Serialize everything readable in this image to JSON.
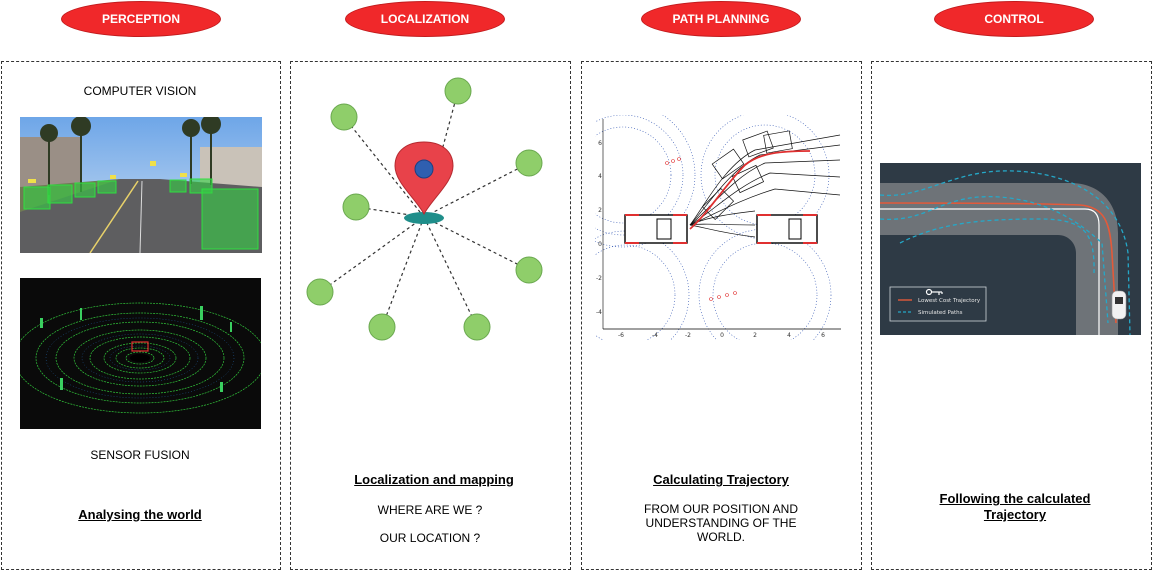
{
  "stages": {
    "perception": "PERCEPTION",
    "localization": "LOCALIZATION",
    "path_planning": "PATH PLANNING",
    "control": "CONTROL"
  },
  "perception": {
    "caption_top": "COMPUTER VISION",
    "caption_bottom": "SENSOR FUSION",
    "heading": "Analysing the world"
  },
  "localization": {
    "heading": "Localization and  mapping",
    "line1": "WHERE ARE WE ?",
    "line2": "OUR LOCATION ?"
  },
  "path_planning": {
    "heading": "Calculating Trajectory",
    "desc": "FROM OUR POSITION AND UNDERSTANDING OF THE WORLD.",
    "axis_x": [
      "-6",
      "-4",
      "-2",
      "0",
      "2",
      "4",
      "6"
    ],
    "axis_y": [
      "6",
      "4",
      "2",
      "0",
      "-2",
      "-4"
    ]
  },
  "control": {
    "heading": "Following the calculated Trajectory",
    "legend_title": "",
    "legend": [
      "Lowest Cost Trajectory",
      "Simulated Paths"
    ]
  },
  "colors": {
    "accent": "#f0282a",
    "node": "#8fce6a",
    "pin": "#e8424a",
    "road_dark": "#2e3a45"
  }
}
